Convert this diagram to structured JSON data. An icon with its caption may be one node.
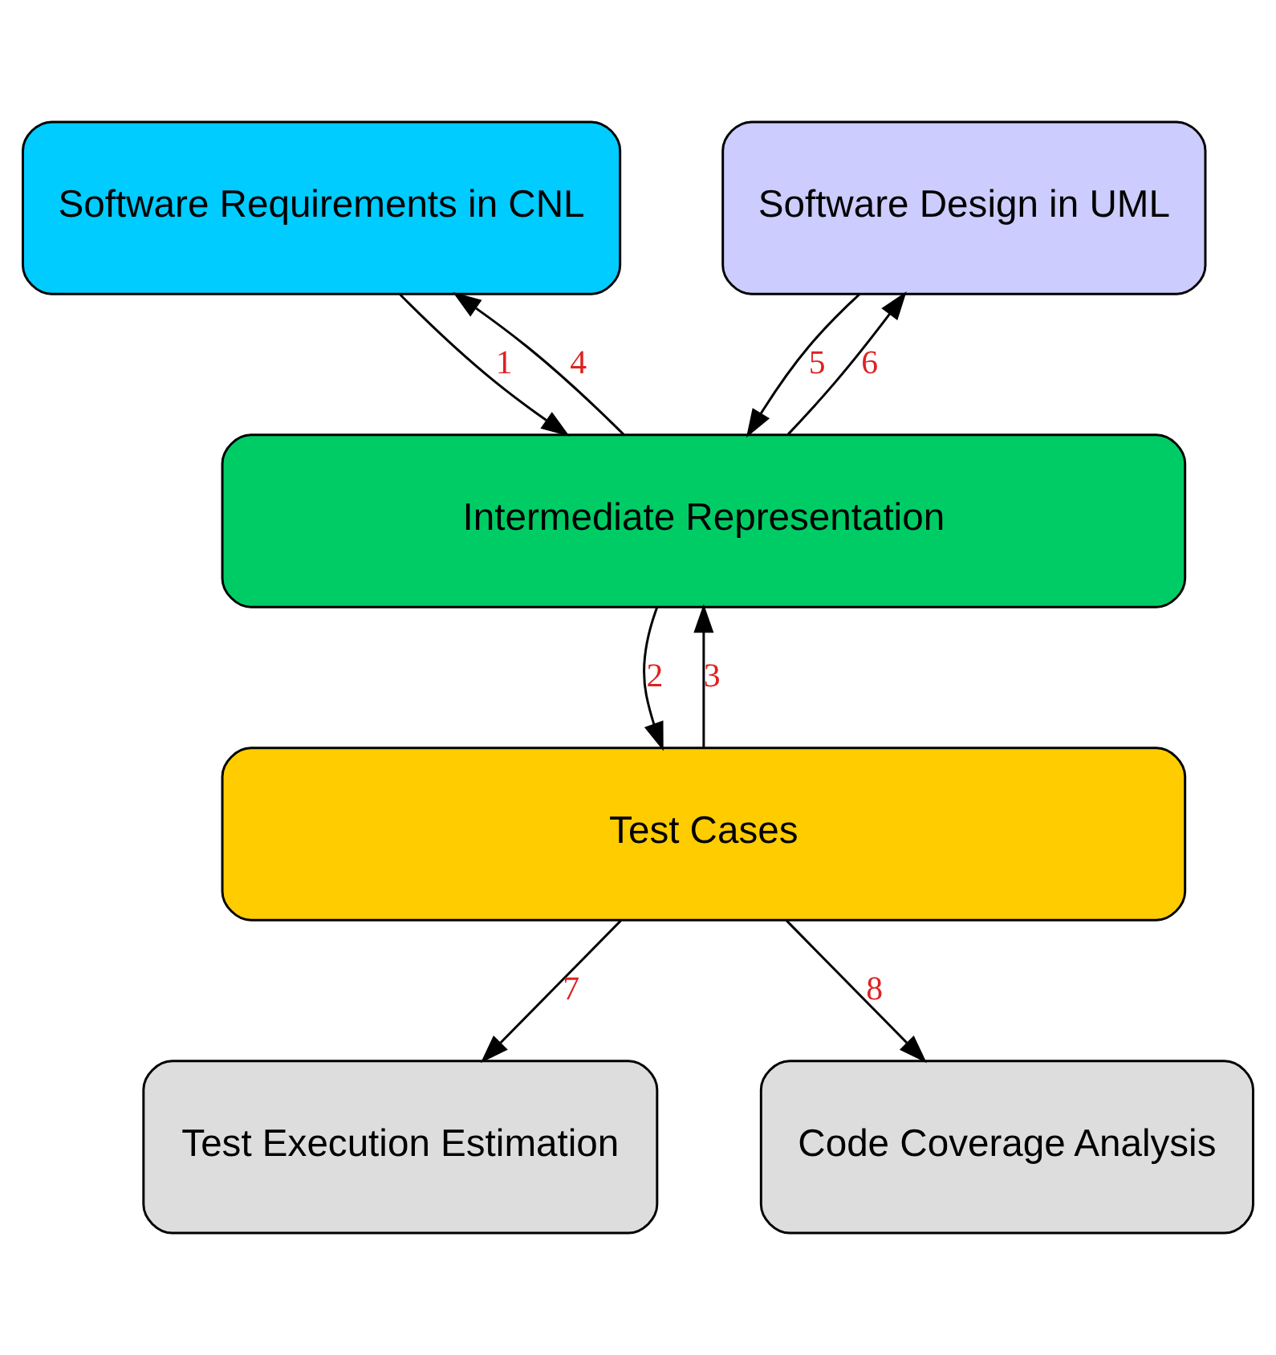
{
  "diagram": {
    "nodes": [
      {
        "text": [
          "Software Requirements in CNL"
        ]
      },
      {
        "text": [
          "Software Design in UML"
        ]
      },
      {
        "text": [
          "Intermediate Representation"
        ]
      },
      {
        "text": [
          "Test Cases"
        ]
      },
      {
        "text": [
          "Test Execution Estimation"
        ]
      },
      {
        "text": [
          "Code Coverage Analysis"
        ]
      }
    ],
    "edges": [
      {
        "from": 0,
        "to": 2,
        "arrow": "to",
        "label": "1"
      },
      {
        "from": 2,
        "to": 3,
        "arrow": "to",
        "label": "2"
      },
      {
        "from": 3,
        "to": 2,
        "arrow": "to",
        "label": "3"
      },
      {
        "from": 2,
        "to": 0,
        "arrow": "to",
        "label": "4"
      },
      {
        "from": 1,
        "to": 2,
        "arrow": "to",
        "label": "5"
      },
      {
        "from": 2,
        "to": 1,
        "arrow": "to",
        "label": "6"
      },
      {
        "from": 3,
        "to": 4,
        "arrow": "to",
        "label": "7"
      },
      {
        "from": 3,
        "to": 5,
        "arrow": "to",
        "label": "8"
      }
    ]
  }
}
